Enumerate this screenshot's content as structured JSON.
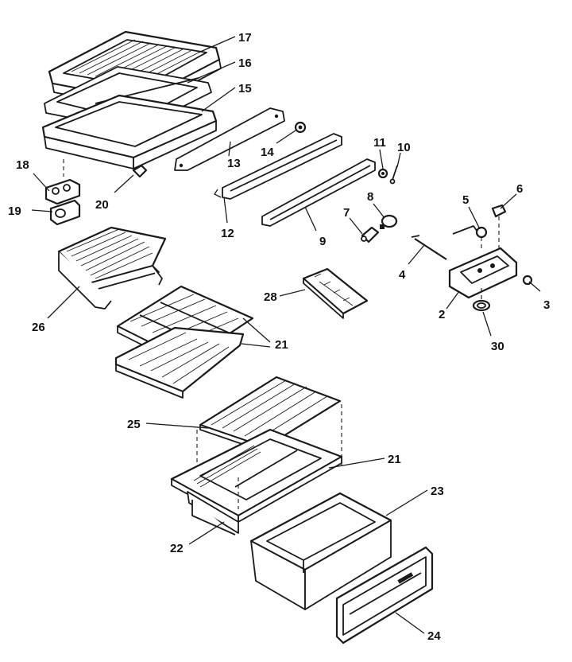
{
  "colors": {
    "line": "#1a1a1a",
    "background": "#ffffff"
  },
  "callouts": [
    {
      "id": "17",
      "label": "17"
    },
    {
      "id": "16",
      "label": "16"
    },
    {
      "id": "15",
      "label": "15"
    },
    {
      "id": "13",
      "label": "13"
    },
    {
      "id": "14",
      "label": "14"
    },
    {
      "id": "11",
      "label": "11"
    },
    {
      "id": "10",
      "label": "10"
    },
    {
      "id": "18",
      "label": "18"
    },
    {
      "id": "19",
      "label": "19"
    },
    {
      "id": "20",
      "label": "20"
    },
    {
      "id": "12",
      "label": "12"
    },
    {
      "id": "9",
      "label": "9"
    },
    {
      "id": "8",
      "label": "8"
    },
    {
      "id": "7",
      "label": "7"
    },
    {
      "id": "6",
      "label": "6"
    },
    {
      "id": "5",
      "label": "5"
    },
    {
      "id": "4",
      "label": "4"
    },
    {
      "id": "2",
      "label": "2"
    },
    {
      "id": "3",
      "label": "3"
    },
    {
      "id": "30",
      "label": "30"
    },
    {
      "id": "26",
      "label": "26"
    },
    {
      "id": "28",
      "label": "28"
    },
    {
      "id": "21a",
      "label": "21"
    },
    {
      "id": "25",
      "label": "25"
    },
    {
      "id": "21b",
      "label": "21"
    },
    {
      "id": "23",
      "label": "23"
    },
    {
      "id": "22",
      "label": "22"
    },
    {
      "id": "24",
      "label": "24"
    }
  ]
}
